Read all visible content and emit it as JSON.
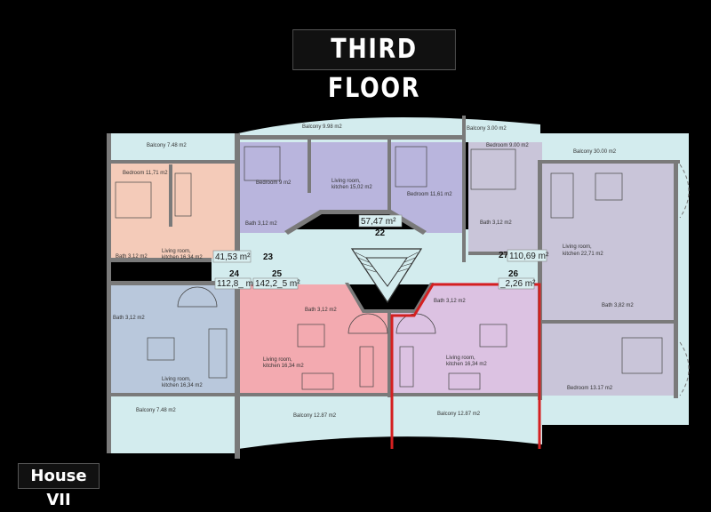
{
  "title": "THIRD FLOOR",
  "house_label": "House VII",
  "colors": {
    "balcony": "#d3ecee",
    "apt23": "#f4cbb9",
    "apt22": "#b9b5dd",
    "apt27": "#c9c5d9",
    "apt24": "#b9c8dc",
    "apt25": "#f3aab0",
    "apt26": "#dcc2e2",
    "highlight": "#d42020"
  },
  "apartments": [
    {
      "number": "22",
      "area": "57,47 m²"
    },
    {
      "number": "23",
      "area": "41,53 m²"
    },
    {
      "number": "24",
      "area": "112,8_ m²"
    },
    {
      "number": "25",
      "area": "142,2_5 m²"
    },
    {
      "number": "26",
      "area": "_2,26 m²"
    },
    {
      "number": "27",
      "area": "110,69 m²"
    }
  ],
  "rooms": {
    "balcony_top_left": "Balcony 7.48  m2",
    "balcony_top_center": "Balcony 9.98 m2",
    "balcony_top_right_small": "Balcony 3.00 m2",
    "balcony_right": "Balcony 30.00 m2",
    "bedroom_23": "Bedroom 11,71 m2",
    "living_23_a": "Living room,",
    "living_23_b": "kitchen 16,34 m2",
    "bath_23": "Bath 3,12 m2",
    "bedroom_22a": "Bedroom 9 m2",
    "living_22_a": "Living room,",
    "living_22_b": "kitchen 15,02 m2",
    "bath_22": "Bath 3,12 m2",
    "bedroom_22b": "Bedroom 11,61 m2",
    "bedroom_27a": "Bedroom 9.00  m2",
    "bath_27a": "Bath 3,12 m2",
    "living_27_a": "Living room,",
    "living_27_b": "kitchen 22,71 m2",
    "bath_27b": "Bath 3,82 m2",
    "bedroom_27b": "Bedroom 13.17 m2",
    "bath_24": "Bath 3,12 m2",
    "living_24_a": "Living room,",
    "living_24_b": "kitchen 16,34 m2",
    "balcony_24": "Balcony 7.48  m2",
    "bath_25": "Bath 3,12 m2",
    "living_25_a": "Living room,",
    "living_25_b": "kitchen 16,34 m2",
    "balcony_25": "Balcony 12.87  m2",
    "bath_26": "Bath 3,12 m2",
    "living_26_a": "Living room,",
    "living_26_b": "kitchen 16,34 m2",
    "balcony_26": "Balcony 12.87  m2"
  }
}
